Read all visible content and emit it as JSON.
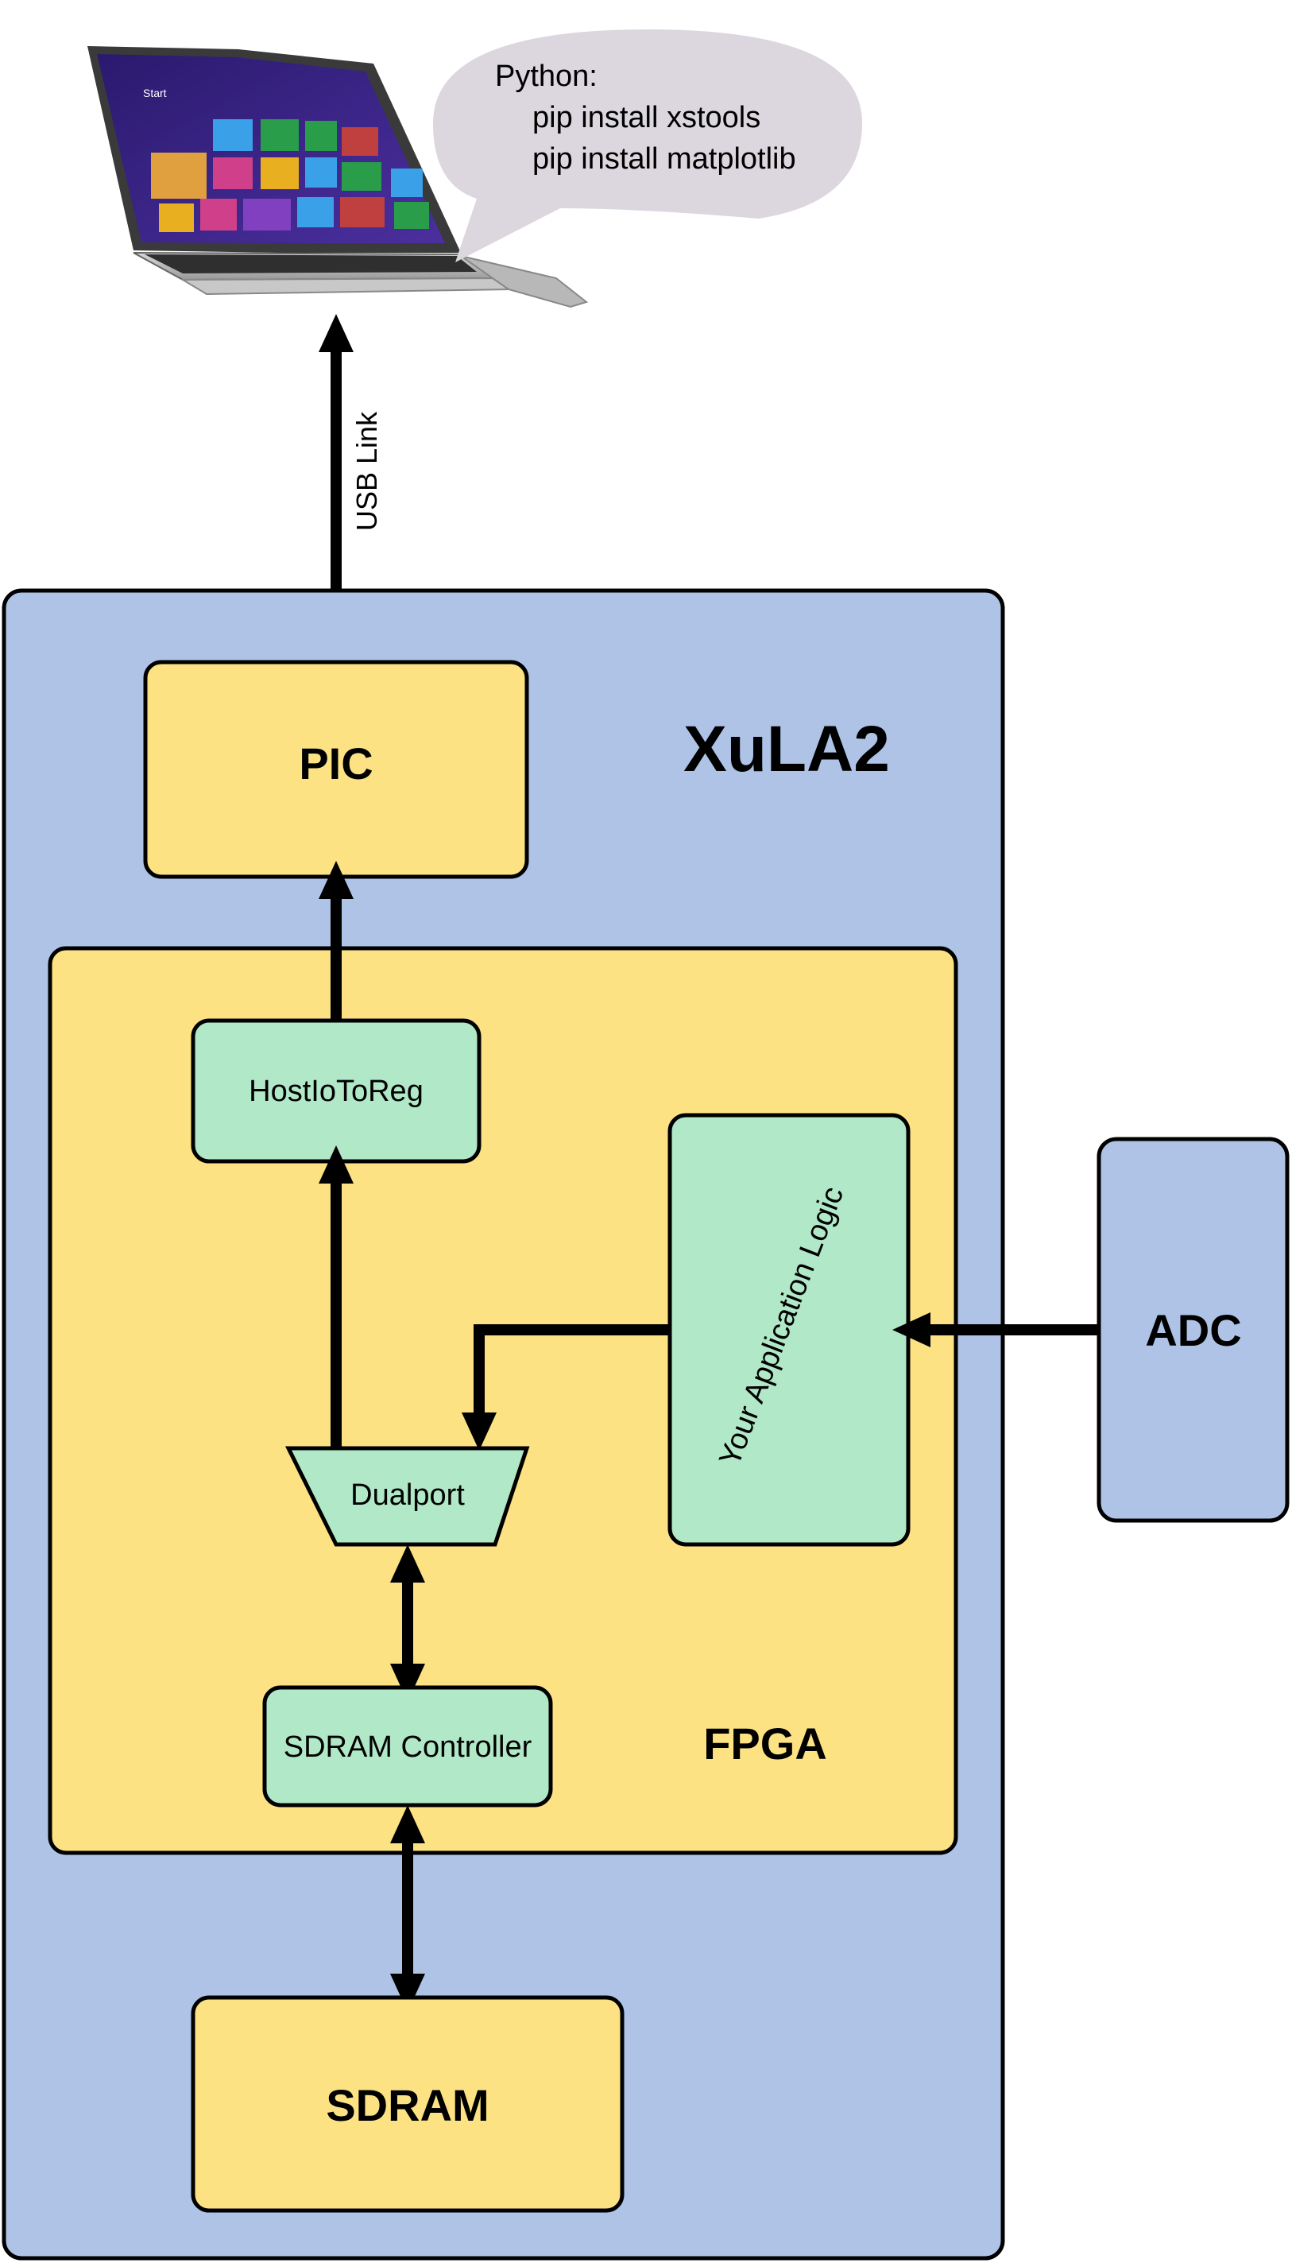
{
  "colors": {
    "board": "#aec3e6",
    "yellow": "#fce283",
    "green": "#b0e8c8",
    "bubble": "#dcd6de",
    "stroke": "#000000"
  },
  "bubble": {
    "line1": "Python:",
    "line2": "pip install xstools",
    "line3": "pip install matplotlib"
  },
  "laptop": {
    "icon": "tablet-laptop-icon",
    "screen_label": "Start"
  },
  "usb_link_label": "USB Link",
  "board_label": "XuLA2",
  "pic_label": "PIC",
  "fpga_label": "FPGA",
  "hostio_label": "HostIoToReg",
  "app_logic_label": "Your Application Logic",
  "adc_label": "ADC",
  "dualport_label": "Dualport",
  "sdram_controller_label": "SDRAM Controller",
  "sdram_label": "SDRAM"
}
